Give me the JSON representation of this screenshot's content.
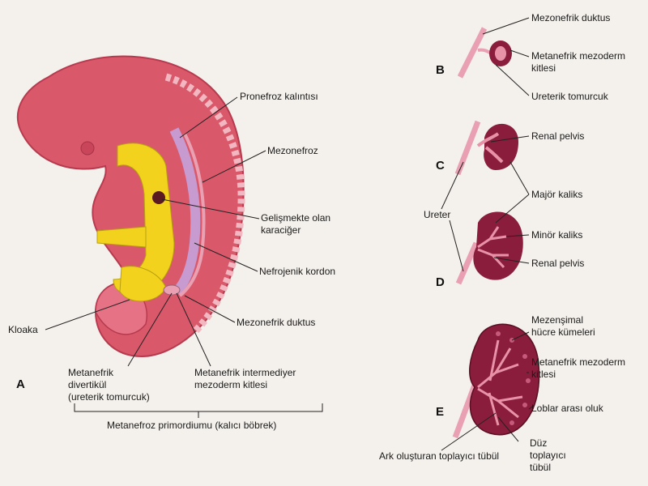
{
  "colors": {
    "embryo": "#d9586a",
    "embryo_dark": "#b83a4e",
    "yolk": "#f2d21c",
    "kidney": "#8a1c3c",
    "kidney_light": "#e892a8",
    "duct": "#e9a0b2",
    "line": "#222222",
    "background": "#f4f1ec"
  },
  "panels": {
    "A": "A",
    "B": "B",
    "C": "C",
    "D": "D",
    "E": "E"
  },
  "labels": {
    "pronefroz": "Pronefroz kalıntısı",
    "mezonefroz": "Mezonefroz",
    "karaciger_1": "Gelişmekte olan",
    "karaciger_2": "karaciğer",
    "nefrojenik": "Nefrojenik kordon",
    "mezonefrik_duktus_a": "Mezonefrik duktus",
    "kloaka": "Kloaka",
    "divertikul_1": "Metanefrik",
    "divertikul_2": "divertikül",
    "divertikul_3": "(ureterik tomurcuk)",
    "intermediyer_1": "Metanefrik intermediyer",
    "intermediyer_2": "mezoderm kitlesi",
    "primordium": "Metanefroz primordiumu (kalıcı böbrek)",
    "b_mezonefrik": "Mezonefrik duktus",
    "b_mezoderm_1": "Metanefrik mezoderm",
    "b_mezoderm_2": "kitlesi",
    "b_ureterik": "Ureterik tomurcuk",
    "c_renal": "Renal pelvis",
    "majör": "Majör kaliks",
    "ureter": "Ureter",
    "minor": "Minör kaliks",
    "d_renal": "Renal pelvis",
    "e_mezenşimal_1": "Mezenşimal",
    "e_mezenşimal_2": "hücre kümeleri",
    "e_mezoderm_1": "Metanefrik mezoderm",
    "e_mezoderm_2": "kitlesi",
    "e_loblar": "Loblar arası oluk",
    "e_ark": "Ark oluşturan toplayıcı tübül",
    "e_duz_1": "Düz",
    "e_duz_2": "toplayıcı",
    "e_duz_3": "tübül"
  }
}
